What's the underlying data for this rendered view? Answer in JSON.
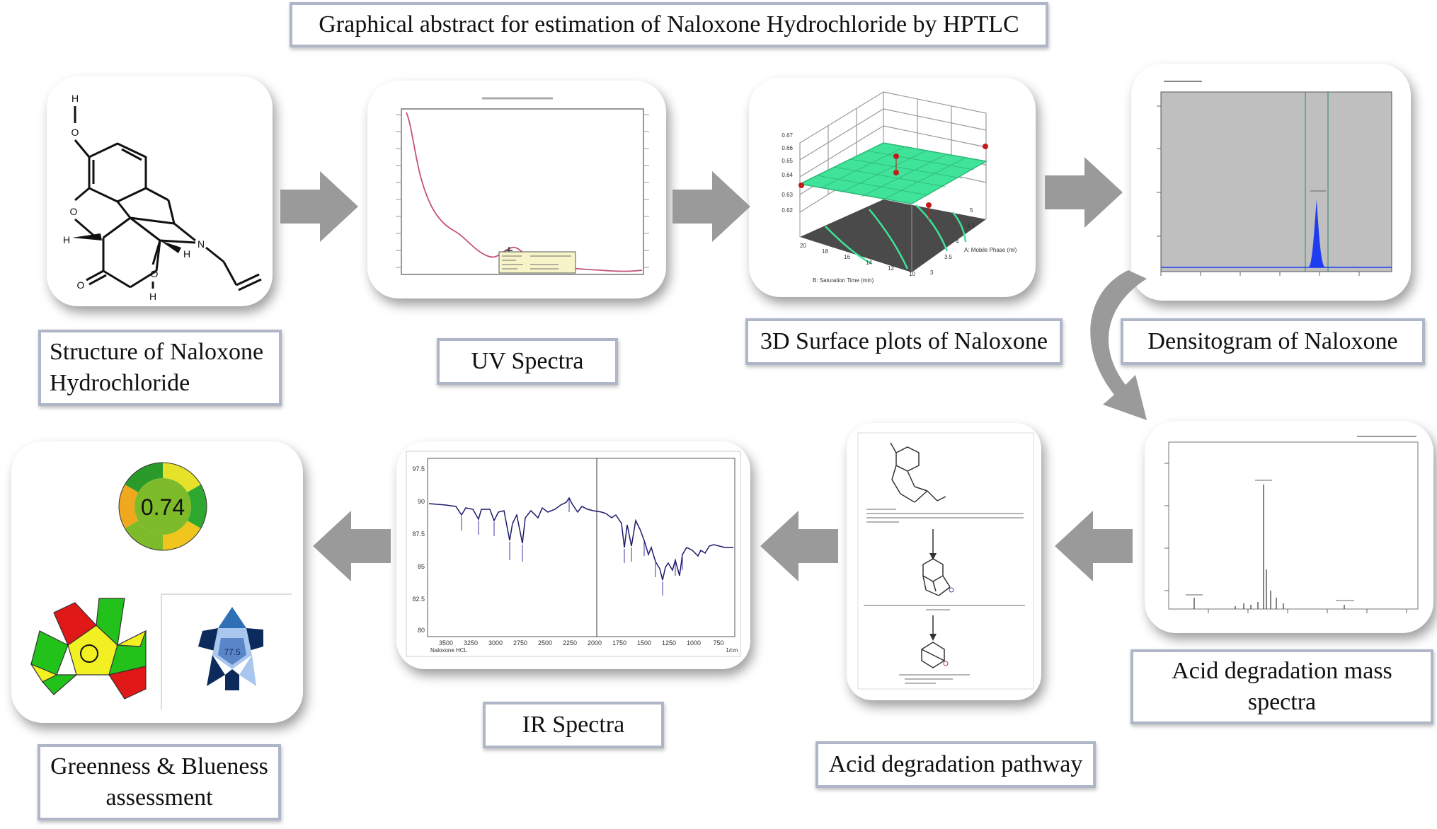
{
  "title": "Graphical abstract for estimation of Naloxone Hydrochloride by HPTLC",
  "labels": {
    "structure_line1": "Structure of Naloxone",
    "structure_line2": "Hydrochloride",
    "uv": "UV Spectra",
    "surface": "3D Surface plots of Naloxone",
    "densitogram": "Densitogram of Naloxone",
    "mass_line1": "Acid degradation mass",
    "mass_line2": "spectra",
    "pathway": "Acid degradation pathway",
    "ir": "IR Spectra",
    "green_line1": "Greenness & Blueness",
    "green_line2": "assessment"
  },
  "structure_atoms": {
    "h_top": "H",
    "o_top": "O",
    "o_ring": "O",
    "h_left": "H",
    "o_keto": "O",
    "n": "N",
    "h_n": "H",
    "o_oh": "O",
    "h_oh": "H"
  },
  "surface_plot": {
    "z_ticks": [
      "0.67",
      "0.66",
      "0.65",
      "0.64",
      "0.63",
      "0.62"
    ],
    "axis_a": "A: Mobile Phase (ml)",
    "axis_b": "B: Saturation Time (min)",
    "a_ticks": [
      "5",
      "4.5",
      "4",
      "3.5",
      "3"
    ],
    "b_ticks": [
      "20",
      "18",
      "16",
      "14",
      "12",
      "10"
    ]
  },
  "ir_plot": {
    "caption": "Naloxone HCL",
    "x_ticks": [
      "3500",
      "3250",
      "3000",
      "2750",
      "2500",
      "2250",
      "2000",
      "1750",
      "1500",
      "1250",
      "1000",
      "750"
    ],
    "x_unit": "1/cm",
    "y_ticks": [
      "97.5",
      "90",
      "87.5",
      "85",
      "82.5",
      "80"
    ]
  },
  "agree_score": "0.74",
  "bagi_score": "77.5",
  "colors": {
    "label_border": "#aeb6c7",
    "arrow": "#9a9a9a",
    "uv_trace": "#c4507e",
    "surface_green": "#3fe39a",
    "densitogram_bg": "#bfbfbf",
    "peak": "#1f3df0",
    "agree_green": "#7dbb2a",
    "gapi_green": "#22c21a",
    "gapi_yellow": "#f2ef22",
    "gapi_red": "#e01818",
    "bagi_dark": "#0c2b5c",
    "bagi_light": "#a9c6ee"
  }
}
